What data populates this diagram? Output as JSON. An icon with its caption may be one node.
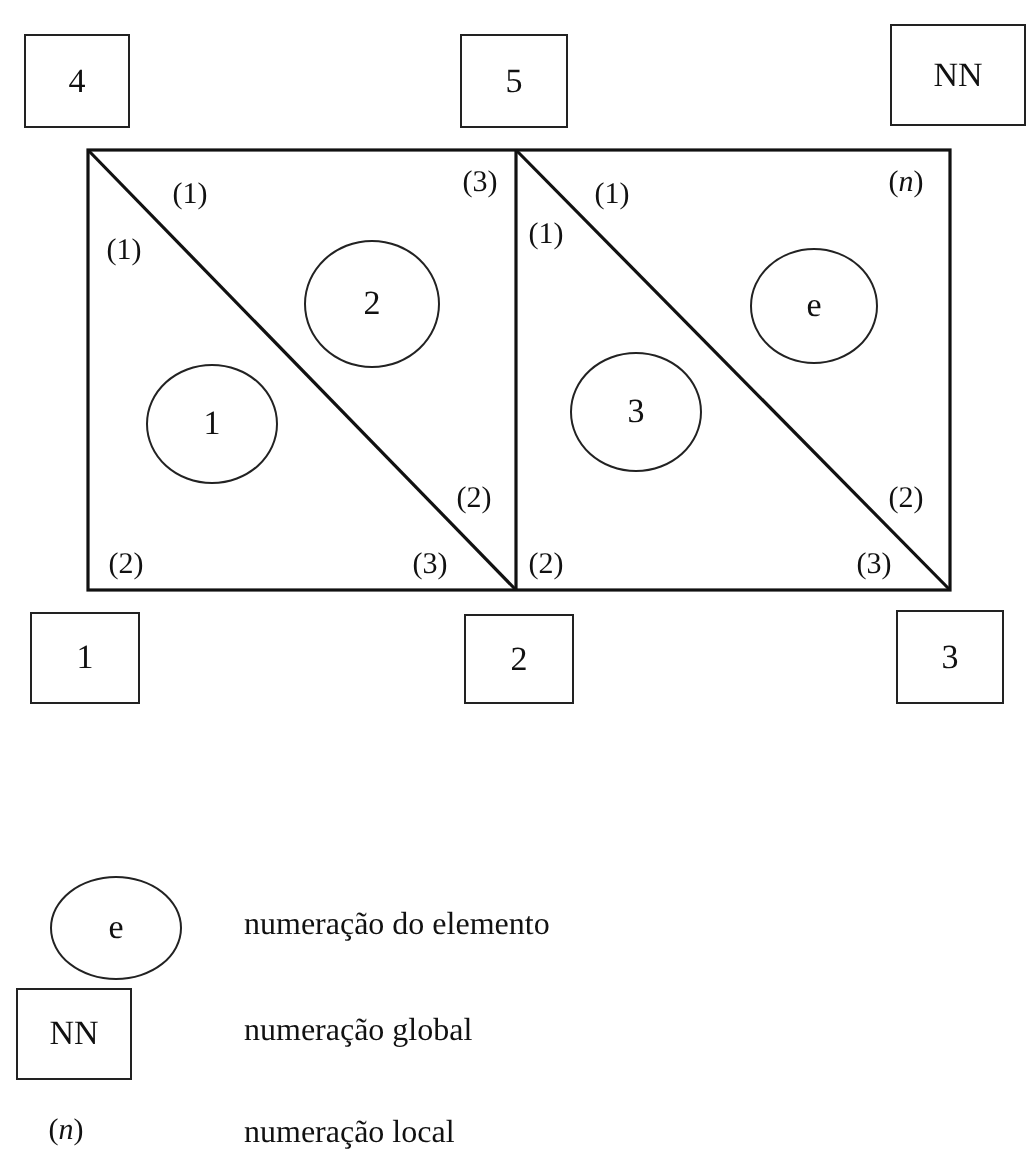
{
  "diagram": {
    "nodes": [
      {
        "text": [
          "4"
        ]
      },
      {
        "text": [
          "5"
        ]
      },
      {
        "text": [
          "NN"
        ]
      },
      {
        "text": [
          "2"
        ]
      },
      {
        "text": [
          "e"
        ]
      },
      {
        "text": [
          "1"
        ]
      },
      {
        "text": [
          "3"
        ]
      },
      {
        "text": [
          "1"
        ]
      },
      {
        "text": [
          "2"
        ]
      },
      {
        "text": [
          "3"
        ]
      },
      {
        "text": [
          "e"
        ],
        "beside": [
          "numeração do elemento"
        ]
      },
      {
        "text": [
          "NN"
        ],
        "beside": [
          "numeração global"
        ]
      }
    ],
    "labels": [
      "(1)",
      "(3)",
      "(1)",
      "(*n*)",
      "(1)",
      "(1)",
      "(2)",
      "(2)",
      "(2)",
      "(3)",
      "(2)",
      "(3)",
      "(*n*)",
      "numeração local"
    ]
  }
}
